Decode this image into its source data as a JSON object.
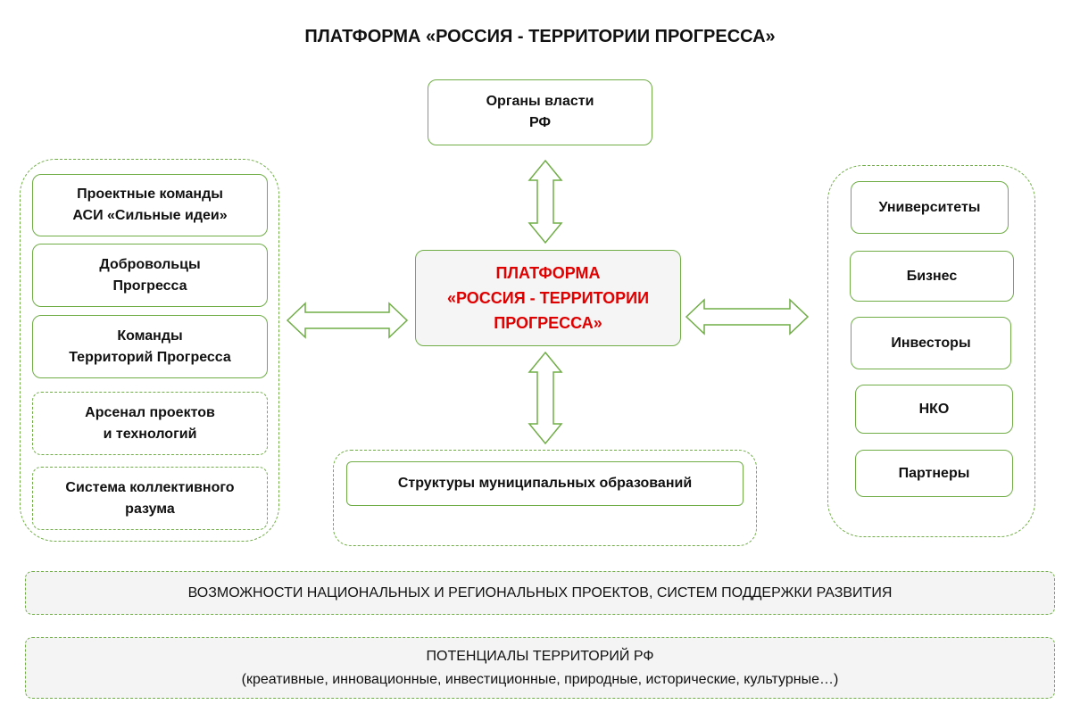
{
  "title": "ПЛАТФОРМА «РОССИЯ - ТЕРРИТОРИИ ПРОГРЕССА»",
  "top_box": "Органы власти\nРФ",
  "center_box": "ПЛАТФОРМА\n«РОССИЯ - ТЕРРИТОРИИ\nПРОГРЕССА»",
  "left_items": [
    "Проектные команды\nАСИ «Сильные идеи»",
    "Добровольцы\nПрогресса",
    "Команды\nТерриторий Прогресса",
    "Арсенал проектов\nи технологий",
    "Система коллективного\nразума"
  ],
  "right_items": [
    "Университеты",
    "Бизнес",
    "Инвесторы",
    "НКО",
    "Партнеры"
  ],
  "bottom_box": "Структуры муниципальных образований",
  "bar1": "ВОЗМОЖНОСТИ НАЦИОНАЛЬНЫХ И РЕГИОНАЛЬНЫХ  ПРОЕКТОВ, СИСТЕМ ПОДДЕРЖКИ РАЗВИТИЯ",
  "bar2_line1": "ПОТЕНЦИАЛЫ  ТЕРРИТОРИЙ РФ",
  "bar2_line2": "(креативные, инновационные, инвестиционные, природные, исторические, культурные…)",
  "colors": {
    "green": "#70ad47",
    "red": "#e00000"
  }
}
